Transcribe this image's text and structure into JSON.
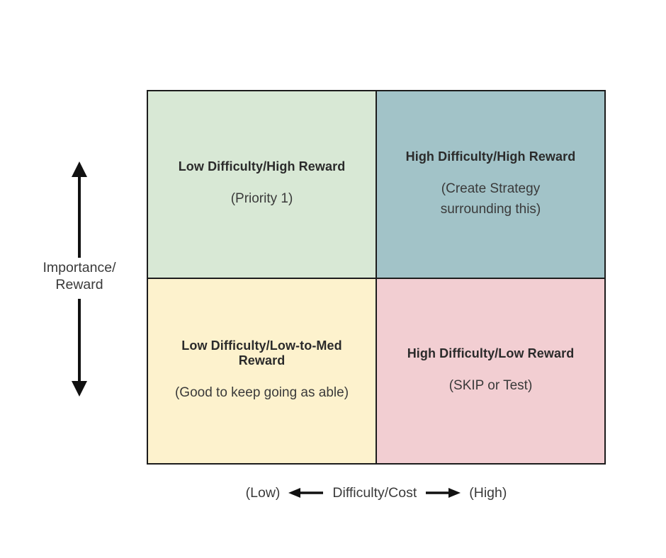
{
  "colors": {
    "background": "#ffffff",
    "grid_border": "#1c1c1c",
    "quadrant_top_left": "#d8e8d5",
    "quadrant_top_right": "#a2c3c8",
    "quadrant_bottom_left": "#fdf2cd",
    "quadrant_bottom_right": "#f2ced2",
    "title_text": "#2b2b2b",
    "body_text": "#3a3a3a"
  },
  "quadrants": {
    "top_left": {
      "title": "Low Difficulty/High Reward",
      "subtitle": "(Priority 1)"
    },
    "top_right": {
      "title": "High Difficulty/High Reward",
      "subtitle": "(Create Strategy surrounding this)"
    },
    "bottom_left": {
      "title": "Low Difficulty/Low-to-Med Reward",
      "subtitle": "(Good to keep going as able)"
    },
    "bottom_right": {
      "title": "High Difficulty/Low Reward",
      "subtitle": "(SKIP or Test)"
    }
  },
  "y_axis": {
    "label_line1": "Importance/",
    "label_line2": "Reward"
  },
  "x_axis": {
    "low_label": "(Low)",
    "title": "Difficulty/Cost",
    "high_label": "(High)"
  }
}
